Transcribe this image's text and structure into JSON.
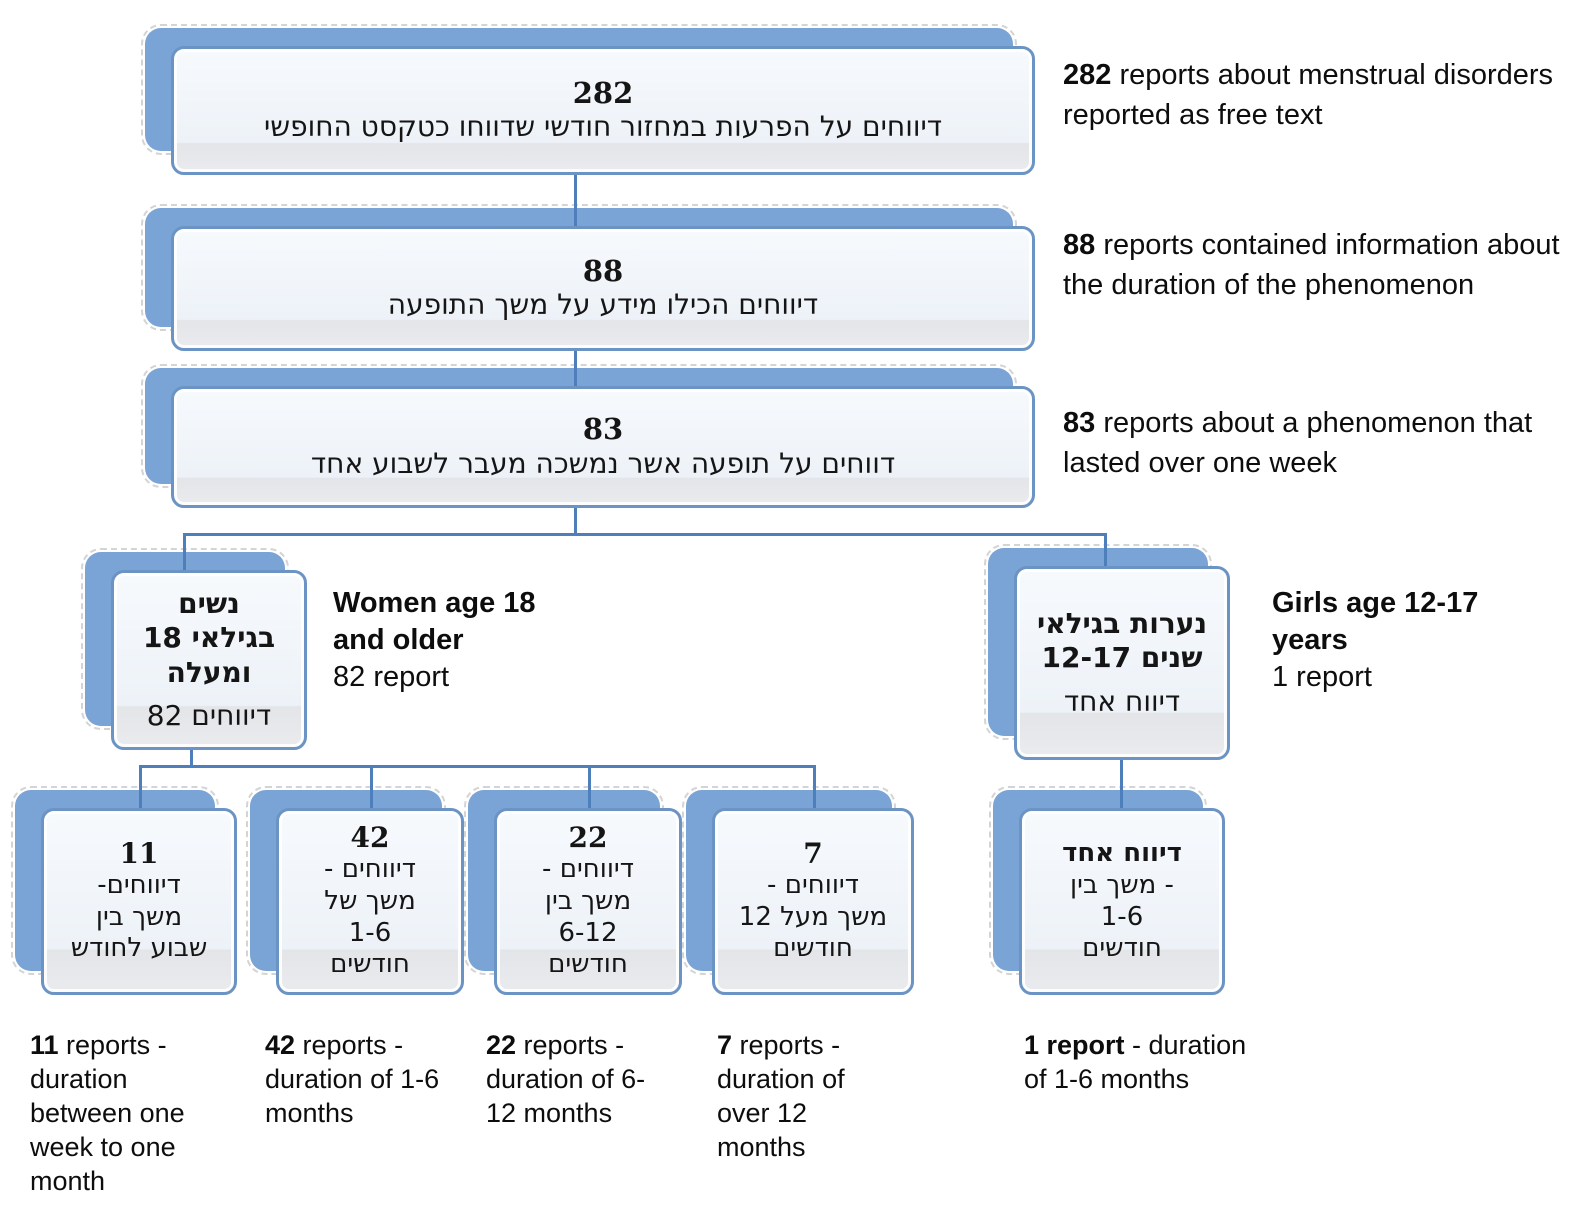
{
  "colors": {
    "node_shadow_blue": "#7ba4d6",
    "node_border_blue": "#6b94c4",
    "node_fill_top": "#f7fafd",
    "node_fill_bottom": "#e9ebee",
    "connector_blue": "#4e7fbb",
    "text": "#111111"
  },
  "flow": {
    "n282": {
      "number": "282",
      "text": "דיווחים על הפרעות במחזור חודשי שדווחו כטקסט החופשי"
    },
    "n88": {
      "number": "88",
      "text": "דיווחים הכילו מידע על משך התופעה"
    },
    "n83": {
      "number": "83",
      "text": "דווחים על תופעה אשר נמשכה מעבר לשבוע אחד"
    },
    "women": {
      "l1": "נשים",
      "l2": "בגילאי 18",
      "l3": "ומעלה",
      "l4": "82 דיווחים"
    },
    "girls": {
      "l1": "נערות בגילאי",
      "l2": "12-17 שנים",
      "l3": "דיווח אחד"
    },
    "d11": {
      "number": "11",
      "l1": "דיווחים-",
      "l2": "משך בין",
      "l3": "שבוע לחודש"
    },
    "d42": {
      "number": "42",
      "l1": "דיווחים -",
      "l2": "משך של",
      "l3": "1-6",
      "l4": "חודשים"
    },
    "d22": {
      "number": "22",
      "l1": "דיווחים -",
      "l2": "משך בין",
      "l3": "6-12",
      "l4": "חודשים"
    },
    "d7": {
      "number": "7",
      "l1": "דיווחים -",
      "l2": "משך מעל 12",
      "l3": "חודשים"
    },
    "d1": {
      "l1": "דיווח אחד",
      "l2": "- משך בין",
      "l3": "1-6",
      "l4": "חודשים"
    }
  },
  "annotations": {
    "a282": {
      "bold": "282",
      "rest": " reports about menstrual disorders reported as free text"
    },
    "a88": {
      "bold": "88",
      "rest": " reports contained information about the duration of the phenomenon"
    },
    "a83": {
      "bold": "83",
      "rest": " reports about a phenomenon that lasted over one week"
    },
    "women": {
      "bold": "Women age 18 and older",
      "rest": "82 report"
    },
    "girls": {
      "bold": "Girls age 12-17 years",
      "rest": "1 report"
    },
    "c11": {
      "bold": "11",
      "rest": " reports - duration between one week to one month"
    },
    "c42": {
      "bold": "42",
      "rest": " reports - duration of 1-6 months"
    },
    "c22": {
      "bold": "22",
      "rest": " reports - duration of 6-12 months"
    },
    "c7": {
      "bold": "7",
      "rest": " reports - duration of over 12 months"
    },
    "c1": {
      "bold": "1 report",
      "rest": " - duration of 1-6 months"
    }
  }
}
